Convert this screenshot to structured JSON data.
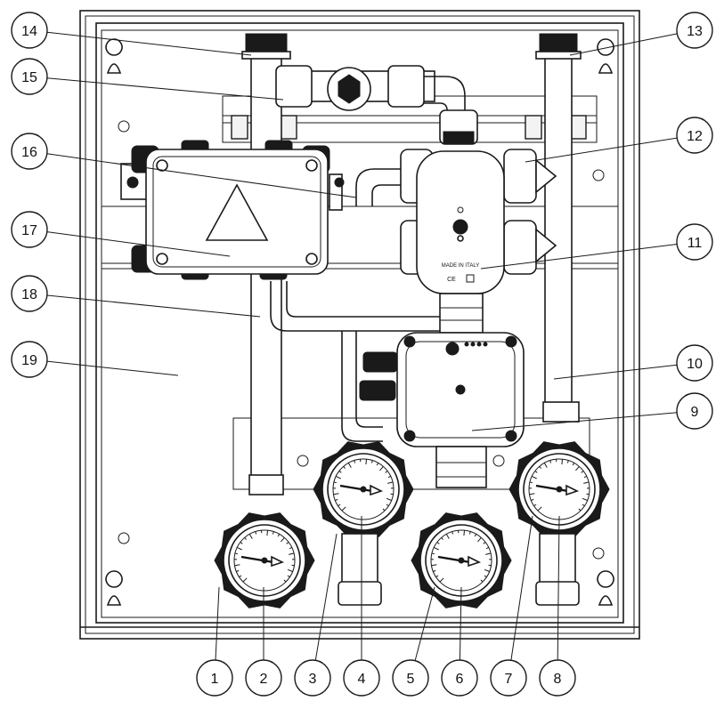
{
  "callouts": [
    {
      "id": "1",
      "label": "1"
    },
    {
      "id": "2",
      "label": "2"
    },
    {
      "id": "3",
      "label": "3"
    },
    {
      "id": "4",
      "label": "4"
    },
    {
      "id": "5",
      "label": "5"
    },
    {
      "id": "6",
      "label": "6"
    },
    {
      "id": "7",
      "label": "7"
    },
    {
      "id": "8",
      "label": "8"
    },
    {
      "id": "9",
      "label": "9"
    },
    {
      "id": "10",
      "label": "10"
    },
    {
      "id": "11",
      "label": "11"
    },
    {
      "id": "12",
      "label": "12"
    },
    {
      "id": "13",
      "label": "13"
    },
    {
      "id": "14",
      "label": "14"
    },
    {
      "id": "15",
      "label": "15"
    },
    {
      "id": "16",
      "label": "16"
    },
    {
      "id": "17",
      "label": "17"
    },
    {
      "id": "18",
      "label": "18"
    },
    {
      "id": "19",
      "label": "19"
    }
  ],
  "valve_text": {
    "made_in": "MADE IN ITALY",
    "ce": "CE"
  }
}
